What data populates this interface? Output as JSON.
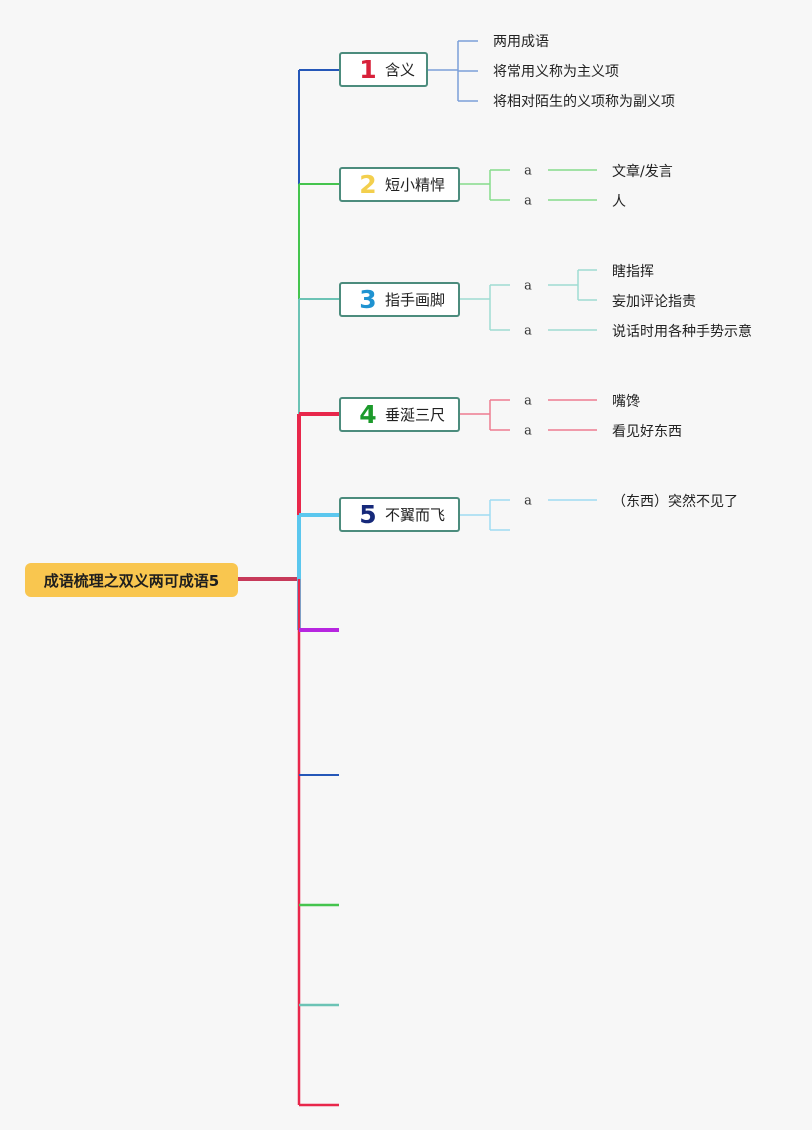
{
  "root": {
    "label": "成语梳理之双义两可成语5"
  },
  "colors": {
    "root_bg": "#f9c64f",
    "blue": "#2557b8",
    "green": "#45c44e",
    "teal": "#6cc3b5",
    "red": "#e8274b",
    "cyan": "#5bc7ee",
    "purple": "#b726e0",
    "num1": "#d8213a",
    "num2": "#f3cf4d",
    "num3": "#1f93d1",
    "num4": "#1c9a2b",
    "num5": "#16297a"
  },
  "branches": [
    {
      "num": "1",
      "label": "含义",
      "leaves": [
        "两用成语",
        "将常用义称为主义项",
        "将相对陌生的义项称为副义项"
      ]
    },
    {
      "num": "2",
      "label": "短小精悍",
      "marks": [
        "a",
        "a"
      ],
      "leaves": [
        "文章/发言",
        "人"
      ]
    },
    {
      "num": "3",
      "label": "指手画脚",
      "marks": [
        "a",
        "a"
      ],
      "leaves": [
        "瞎指挥",
        "妄加评论指责",
        "说话时用各种手势示意"
      ]
    },
    {
      "num": "4",
      "label": "垂涎三尺",
      "marks": [
        "a",
        "a"
      ],
      "leaves": [
        "嘴馋",
        "看见好东西"
      ]
    },
    {
      "num": "5",
      "label": "不翼而飞",
      "marks": [
        "a"
      ],
      "leaves": [
        "（东西）突然不见了"
      ]
    }
  ]
}
